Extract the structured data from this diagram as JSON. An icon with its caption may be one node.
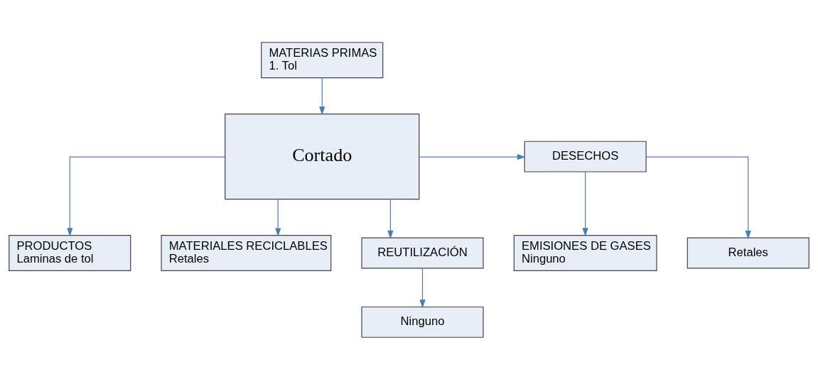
{
  "diagram": {
    "nodes": [
      {
        "text": [
          "MATERIAS PRIMAS",
          "1. Tol"
        ]
      },
      {
        "text": [
          "Cortado"
        ]
      },
      {
        "text": [
          "PRODUCTOS",
          "Laminas de tol"
        ]
      },
      {
        "text": [
          "DESECHOS"
        ]
      },
      {
        "text": [
          "EMISIONES DE GASES",
          "Ninguno"
        ]
      },
      {
        "text": [
          "Retales"
        ]
      },
      {
        "text": [
          "MATERIALES RECICLABLES",
          "Retales"
        ]
      },
      {
        "text": [
          "REUTILIZACIÓN"
        ]
      },
      {
        "text": [
          "Ninguno"
        ]
      }
    ],
    "edges": [
      {
        "from": 0,
        "to": 1,
        "arrow": "to"
      },
      {
        "from": 1,
        "to": 2,
        "arrow": "to"
      },
      {
        "from": 1,
        "to": 3,
        "arrow": "to"
      },
      {
        "from": 3,
        "to": 4,
        "arrow": "to"
      },
      {
        "from": 3,
        "to": 5,
        "arrow": "to"
      },
      {
        "from": 1,
        "to": 6,
        "arrow": "to"
      },
      {
        "from": 1,
        "to": 7,
        "arrow": "to"
      },
      {
        "from": 7,
        "to": 8,
        "arrow": "to"
      }
    ]
  }
}
